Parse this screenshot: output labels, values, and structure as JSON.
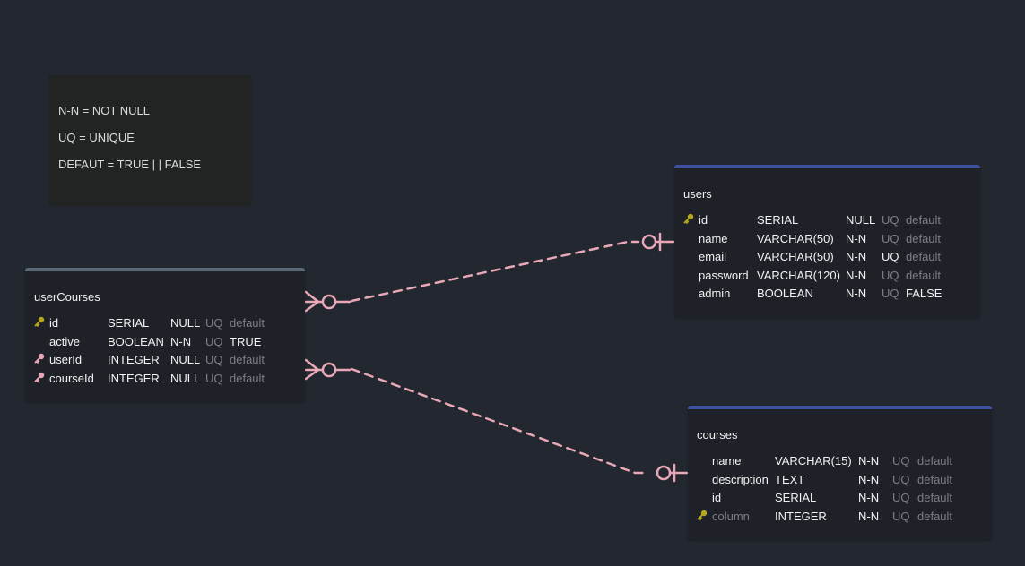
{
  "legend": {
    "lines": [
      "N-N = NOT NULL",
      "UQ = UNIQUE",
      "DEFAUT = TRUE | | FALSE"
    ]
  },
  "colors": {
    "background": "#23272f",
    "relation": "#e8a8b7",
    "primary_key": "#b5a81e",
    "foreign_key": "#e8a8b7",
    "users_bar": "#3d4fa0",
    "courses_bar": "#3d4fa0",
    "userCourses_bar": "#5b6a78"
  },
  "tables": {
    "users": {
      "name": "users",
      "columns": [
        {
          "name": "id",
          "type": "SERIAL",
          "null": "NULL",
          "uq": "UQ",
          "default": "default",
          "key": "primary"
        },
        {
          "name": "name",
          "type": "VARCHAR(50)",
          "null": "N-N",
          "uq": "UQ",
          "default": "default"
        },
        {
          "name": "email",
          "type": "VARCHAR(50)",
          "null": "N-N",
          "uq": "UQ",
          "default": "default",
          "uq_active": true
        },
        {
          "name": "password",
          "type": "VARCHAR(120)",
          "null": "N-N",
          "uq": "UQ",
          "default": "default"
        },
        {
          "name": "admin",
          "type": "BOOLEAN",
          "null": "N-N",
          "uq": "UQ",
          "default": "FALSE",
          "default_active": true
        }
      ]
    },
    "userCourses": {
      "name": "userCourses",
      "columns": [
        {
          "name": "id",
          "type": "SERIAL",
          "null": "NULL",
          "uq": "UQ",
          "default": "default",
          "key": "primary"
        },
        {
          "name": "active",
          "type": "BOOLEAN",
          "null": "N-N",
          "uq": "UQ",
          "default": "TRUE",
          "default_active": true
        },
        {
          "name": "userId",
          "type": "INTEGER",
          "null": "NULL",
          "uq": "UQ",
          "default": "default",
          "key": "foreign"
        },
        {
          "name": "courseId",
          "type": "INTEGER",
          "null": "NULL",
          "uq": "UQ",
          "default": "default",
          "key": "foreign"
        }
      ]
    },
    "courses": {
      "name": "courses",
      "columns": [
        {
          "name": "name",
          "type": "VARCHAR(15)",
          "null": "N-N",
          "uq": "UQ",
          "default": "default"
        },
        {
          "name": "description",
          "type": "TEXT",
          "null": "N-N",
          "uq": "UQ",
          "default": "default"
        },
        {
          "name": "id",
          "type": "SERIAL",
          "null": "N-N",
          "uq": "UQ",
          "default": "default"
        },
        {
          "name": "column",
          "type": "INTEGER",
          "null": "N-N",
          "uq": "UQ",
          "default": "default",
          "key": "primary",
          "name_muted": true
        }
      ]
    }
  },
  "relations": [
    {
      "from": "userCourses.userId",
      "to": "users.id",
      "from_card": "zero-or-many",
      "to_card": "zero-or-one"
    },
    {
      "from": "userCourses.courseId",
      "to": "courses.column",
      "from_card": "zero-or-many",
      "to_card": "zero-or-one"
    }
  ]
}
